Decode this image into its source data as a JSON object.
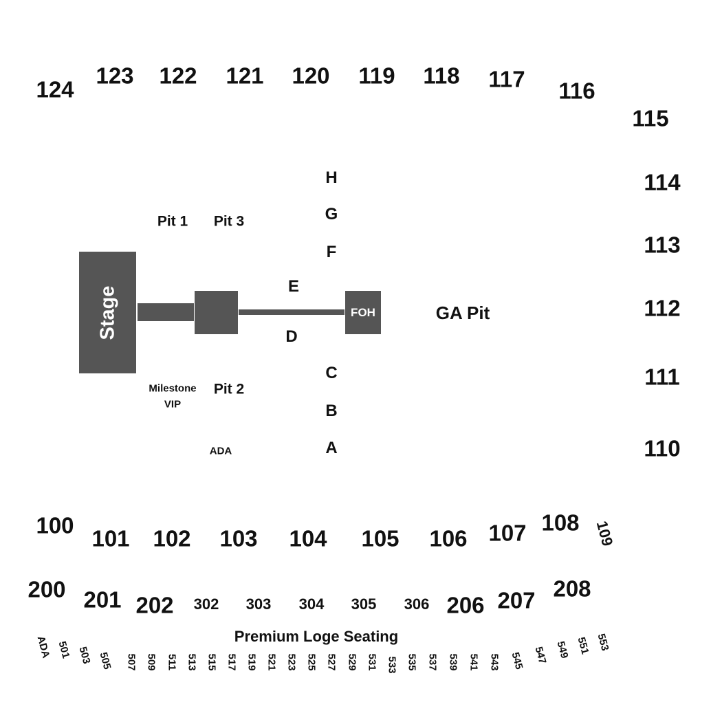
{
  "stage": {
    "label": "Stage"
  },
  "foh": {
    "label": "FOH"
  },
  "floor": {
    "pit1": "Pit 1",
    "pit2": "Pit 2",
    "pit3": "Pit 3",
    "milestone_vip_line1": "Milestone",
    "milestone_vip_line2": "VIP",
    "ada": "ADA",
    "ga_pit": "GA Pit",
    "rows": [
      "H",
      "G",
      "F",
      "E",
      "D",
      "C",
      "B",
      "A"
    ]
  },
  "sections_100_top": [
    "124",
    "123",
    "122",
    "121",
    "120",
    "119",
    "118",
    "117",
    "116",
    "115"
  ],
  "sections_100_right": [
    "114",
    "113",
    "112",
    "111",
    "110"
  ],
  "sections_100_bottom": [
    "100",
    "101",
    "102",
    "103",
    "104",
    "105",
    "106",
    "107",
    "108",
    "109"
  ],
  "sections_200": [
    "200",
    "201",
    "202",
    "206",
    "207",
    "208"
  ],
  "sections_300": [
    "302",
    "303",
    "304",
    "305",
    "306"
  ],
  "premium_loge": {
    "title": "Premium Loge Seating",
    "seats": [
      "ADA",
      "501",
      "503",
      "505",
      "507",
      "509",
      "511",
      "513",
      "515",
      "517",
      "519",
      "521",
      "523",
      "525",
      "527",
      "529",
      "531",
      "533",
      "535",
      "537",
      "539",
      "541",
      "543",
      "545",
      "547",
      "549",
      "551",
      "553"
    ]
  },
  "colors": {
    "block": "#555555",
    "text": "#111111",
    "background": "#ffffff"
  }
}
